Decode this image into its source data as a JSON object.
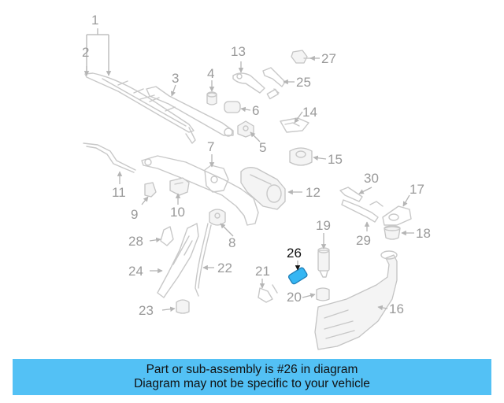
{
  "diagram": {
    "highlighted_part": "26",
    "highlight_color": "#35b6f3",
    "callouts": [
      "1",
      "2",
      "3",
      "4",
      "5",
      "6",
      "7",
      "8",
      "9",
      "10",
      "11",
      "12",
      "13",
      "14",
      "15",
      "16",
      "17",
      "18",
      "19",
      "20",
      "21",
      "22",
      "23",
      "24",
      "25",
      "26",
      "27",
      "28",
      "29",
      "30"
    ]
  },
  "banner": {
    "line1": "Part or sub-assembly is #26 in diagram",
    "line2": "Diagram may not be specific to your vehicle",
    "background": "#53c1f5"
  }
}
